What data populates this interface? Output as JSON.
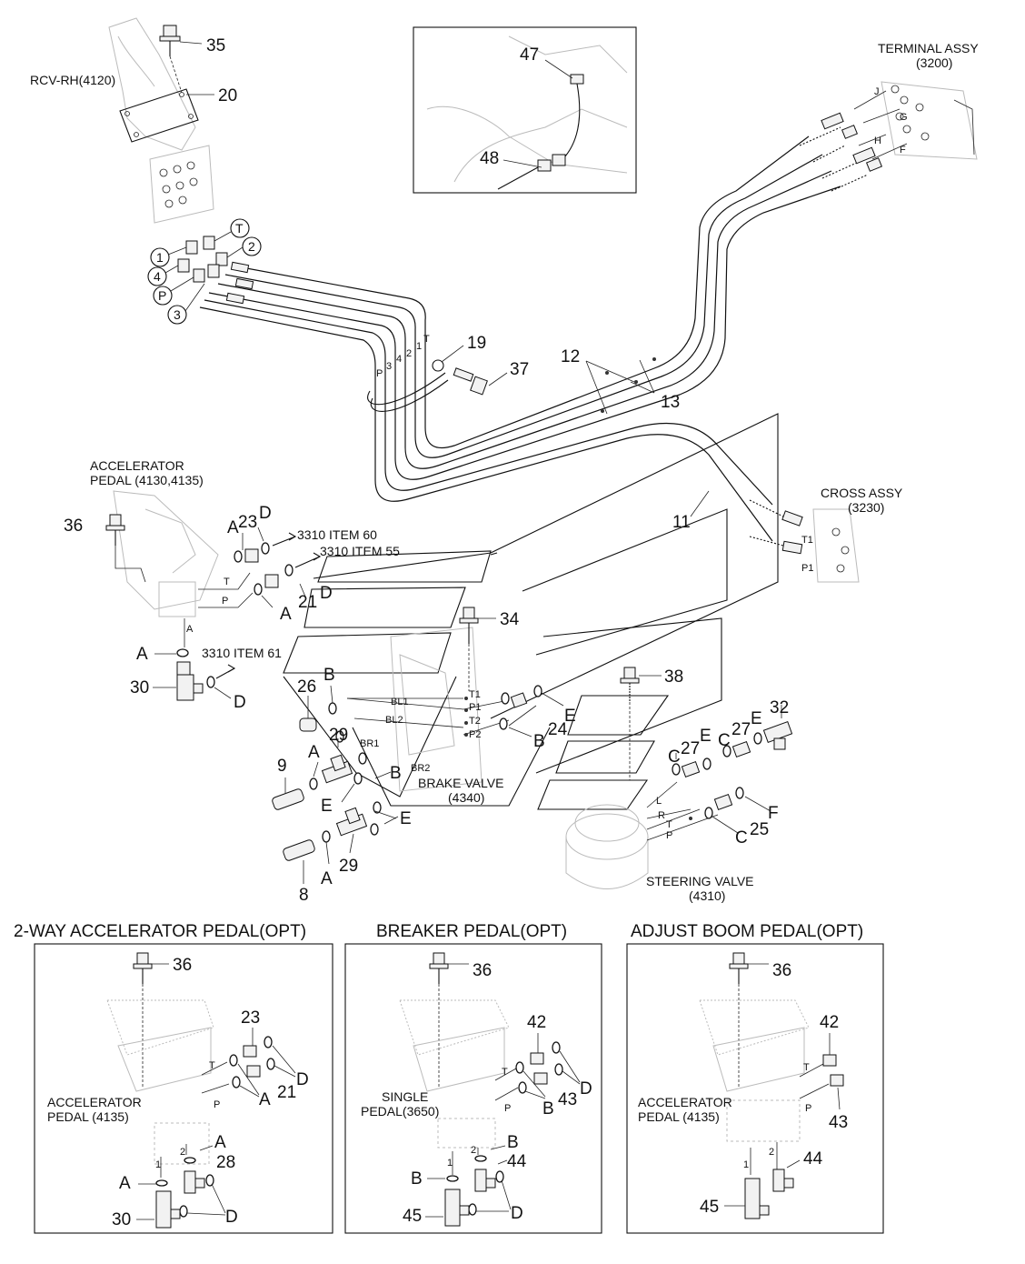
{
  "header": {
    "rcv": "RCV-RH(4120)",
    "terminal_1": "TERMINAL ASSY",
    "terminal_2": "(3200)",
    "cross_1": "CROSS ASSY",
    "cross_2": "(3230)",
    "accel_1": "ACCELERATOR",
    "accel_2": "PEDAL (4130,4135)",
    "brake_1": "BRAKE VALVE",
    "brake_2": "(4340)",
    "steer_1": "STEERING VALVE",
    "steer_2": "(4310)",
    "ref_60": "3310 ITEM 60",
    "ref_55": "3310 ITEM 55",
    "ref_61": "3310 ITEM 61"
  },
  "callouts": {
    "n35": "35",
    "n20": "20",
    "n47": "47",
    "n48": "48",
    "n19": "19",
    "n37": "37",
    "n12": "12",
    "n13": "13",
    "n11": "11",
    "n36": "36",
    "n23": "23",
    "n21": "21",
    "n34": "34",
    "n30": "30",
    "n26": "26",
    "n29a": "29",
    "n29b": "29",
    "n9": "9",
    "n8": "8",
    "n24": "24",
    "n38": "38",
    "n27a": "27",
    "n27b": "27",
    "n32": "32",
    "n25": "25"
  },
  "ports": {
    "c1": "1",
    "c2": "2",
    "c3": "3",
    "c4": "4",
    "cT": "T",
    "cP": "P",
    "hP": "P",
    "h3": "3",
    "h4": "4",
    "h2": "2",
    "h1": "1",
    "hT": "T",
    "J": "J",
    "G": "G",
    "H": "H",
    "F": "F",
    "T1": "T1",
    "P1": "P1",
    "aT": "T",
    "aP": "P",
    "aA": "A",
    "bT1": "T1",
    "bP1": "P1",
    "bT2": "T2",
    "bP2": "P2",
    "BL1": "BL1",
    "BL2": "BL2",
    "BR1": "BR1",
    "BR2": "BR2",
    "sL": "L",
    "sR": "R",
    "sT": "T",
    "sP": "P"
  },
  "letters": {
    "A1": "A",
    "D1": "D",
    "D2": "D",
    "A2": "A",
    "A3": "A",
    "D3": "D",
    "B1": "B",
    "A4": "A",
    "E1": "E",
    "B2": "B",
    "E2": "E",
    "A5": "A",
    "E3": "E",
    "B3": "B",
    "C1": "C",
    "E4": "E",
    "C2": "C",
    "E5": "E",
    "F1": "F",
    "C3": "C"
  },
  "panels": [
    {
      "title": "2-WAY ACCELERATOR PEDAL(OPT)",
      "n_top": "36",
      "n_a": "23",
      "n_b": "21",
      "n_c": "28",
      "n_d": "30",
      "l1": "D",
      "l2": "A",
      "l3": "A",
      "l4": "A",
      "l5": "D",
      "pT": "T",
      "pP": "P",
      "p1": "1",
      "p2": "2",
      "name_1": "ACCELERATOR",
      "name_2": "PEDAL (4135)"
    },
    {
      "title": "BREAKER PEDAL(OPT)",
      "n_top": "36",
      "n_a": "42",
      "n_b": "43",
      "n_c": "44",
      "n_d": "45",
      "l1": "D",
      "l2": "B",
      "l3": "B",
      "l4": "B",
      "l5": "D",
      "pT": "T",
      "pP": "P",
      "p1": "1",
      "p2": "2",
      "name_1": "SINGLE",
      "name_2": "PEDAL(3650)"
    },
    {
      "title": "ADJUST BOOM PEDAL(OPT)",
      "n_top": "36",
      "n_a": "42",
      "n_b": "43",
      "n_c": "44",
      "n_d": "45",
      "pT": "T",
      "pP": "P",
      "p1": "1",
      "p2": "2",
      "name_1": "ACCELERATOR",
      "name_2": "PEDAL (4135)"
    }
  ],
  "colors": {
    "ink": "#111111",
    "ghost": "#bbbbbb",
    "paper": "#ffffff"
  }
}
